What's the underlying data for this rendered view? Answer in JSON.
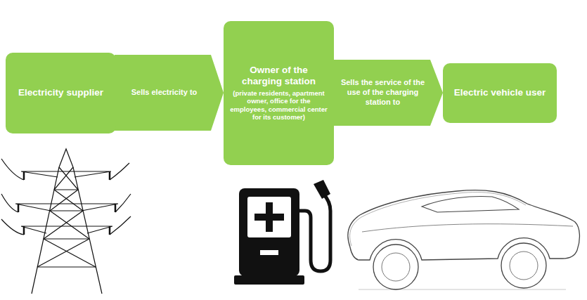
{
  "diagram": {
    "nodes": [
      {
        "text": [
          "Electricity supplier"
        ]
      },
      {
        "text": [
          "Owner of the charging station",
          "(private residents, apartment owner, office for the employees, commercial center for its customer)"
        ]
      },
      {
        "text": [
          "Electric vehicle user"
        ]
      }
    ],
    "edges": [
      {
        "from": 0,
        "to": 1,
        "arrow": "to",
        "label": "Sells electricity to"
      },
      {
        "from": 1,
        "to": 2,
        "arrow": "to",
        "label": "Sells the service of the use of the charging station to"
      }
    ]
  }
}
